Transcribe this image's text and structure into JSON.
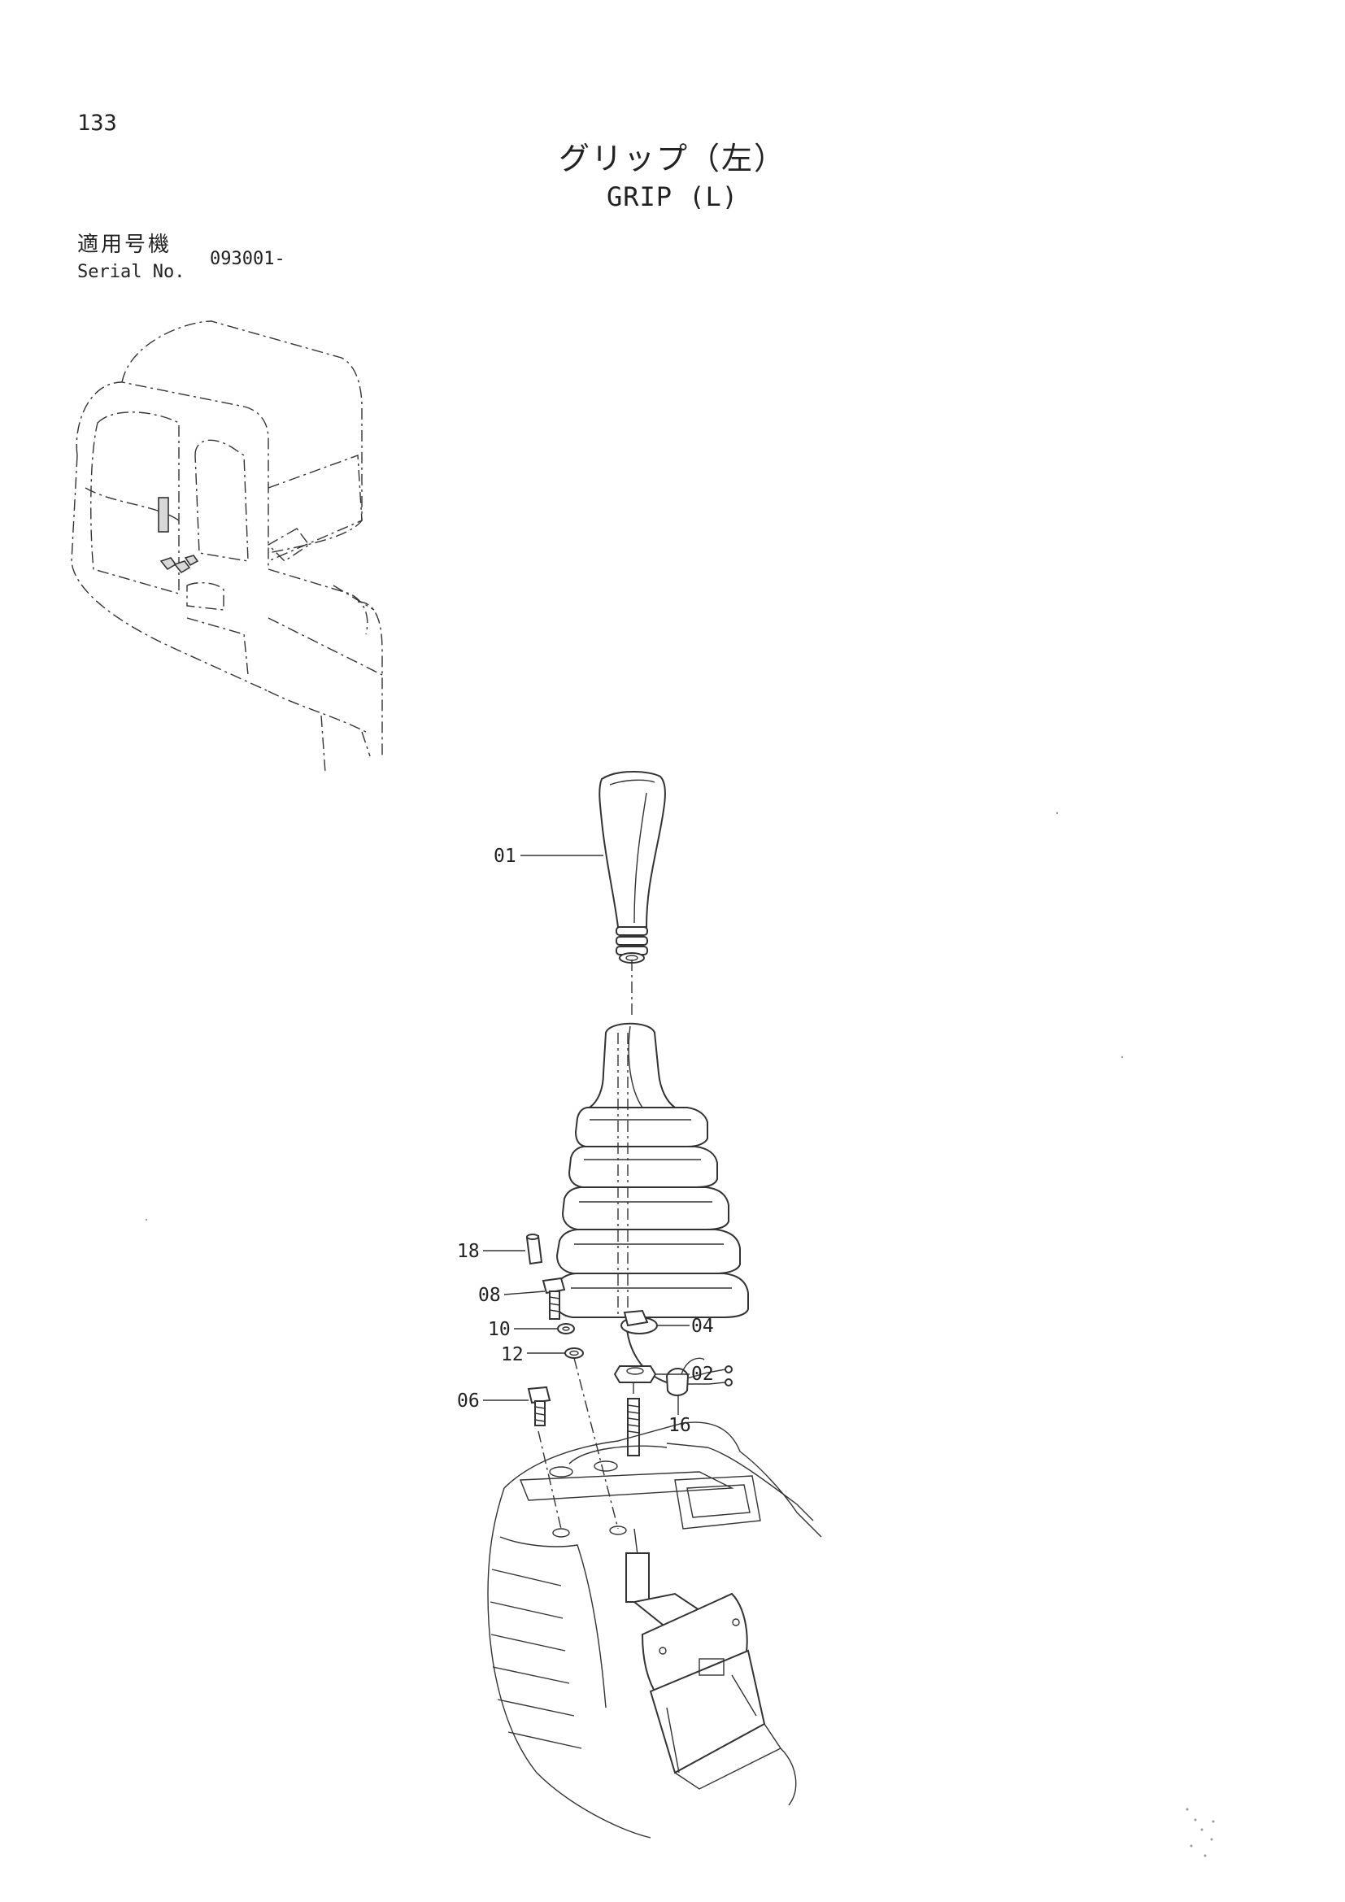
{
  "page": {
    "number": "133",
    "title_jp": "グリップ（左）",
    "title_en": "GRIP (L)"
  },
  "serial": {
    "label_jp": "適用号機",
    "label_en": "Serial No.",
    "value": "093001-"
  },
  "callouts": [
    {
      "id": "01",
      "label": "01"
    },
    {
      "id": "02",
      "label": "02"
    },
    {
      "id": "04",
      "label": "04"
    },
    {
      "id": "06",
      "label": "06"
    },
    {
      "id": "08",
      "label": "08"
    },
    {
      "id": "10",
      "label": "10"
    },
    {
      "id": "12",
      "label": "12"
    },
    {
      "id": "16",
      "label": "16"
    },
    {
      "id": "18",
      "label": "18"
    }
  ]
}
